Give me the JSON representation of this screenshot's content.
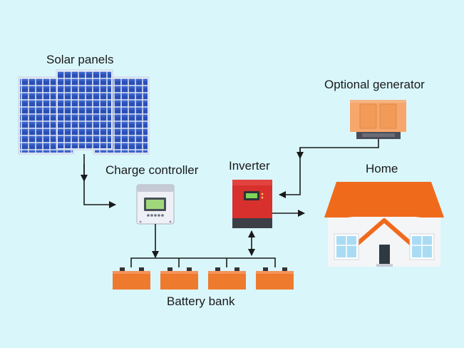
{
  "labels": {
    "solar_panels": "Solar panels",
    "charge_controller": "Charge controller",
    "inverter": "Inverter",
    "home": "Home",
    "optional_generator": "Optional generator",
    "battery_bank": "Battery bank"
  },
  "colors": {
    "background": "#d9f6fb",
    "panel_blue": "#2a4fb5",
    "inverter_red": "#d8302c",
    "roof_orange": "#f06a1c",
    "battery_orange": "#ee7a2e",
    "generator_orange": "#f7a76c",
    "line": "#1a1a1a"
  },
  "controller_display": "",
  "battery_count": 4
}
